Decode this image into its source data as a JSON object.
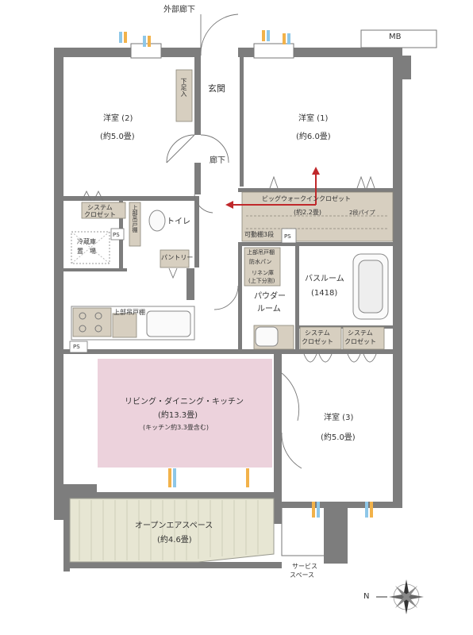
{
  "colors": {
    "wall": "#7d7d7d",
    "storage": "#d7cfc0",
    "ldk": "#ecd2dc",
    "balcony": "#e7e6d3",
    "accent": "#c0282b",
    "window_warm": "#f2b24a",
    "window_cool": "#8ec7e8"
  },
  "labels": {
    "outside_corridor": "外部廊下",
    "mb": "MB",
    "entrance": "玄関",
    "shoe_storage": "下足入",
    "corridor": "廊下",
    "western_room_2": "洋室 (2)",
    "western_room_2_size": "(約5.0畳)",
    "western_room_1": "洋室 (1)",
    "western_room_1_size": "(約6.0畳)",
    "western_room_3": "洋室 (3)",
    "western_room_3_size": "(約5.0畳)",
    "system_closet": "システム",
    "system_closet_2": "クロゼット",
    "toilet": "トイレ",
    "upper_cabinet_1": "上部吊戸棚",
    "ps": "PS",
    "fridge_1": "冷蔵庫",
    "fridge_2": "置　場",
    "pantry": "パントリー",
    "walk_in_closet": "ビッグウォークインクロゼット",
    "walk_in_closet_size": "(約2.2畳)",
    "two_pipes": "2段パイプ",
    "movable_shelf": "可動棚3段",
    "upper_cabinet_2": "上部吊戸棚",
    "waterproof_pan": "防水パン",
    "linen_1": "リネン庫",
    "linen_2": "(上下分割)",
    "bathroom": "バスルーム",
    "bathroom_size": "(1418)",
    "powder_room_1": "パウダー",
    "powder_room_2": "ルーム",
    "kitchen_upper_cabinet": "上部吊戸棚",
    "ldk": "リビング・ダイニング・キッチン",
    "ldk_size": "(約13.3畳)",
    "ldk_note": "(キッチン約3.3畳含む)",
    "open_air_space": "オープンエアスペース",
    "open_air_space_size": "(約4.6畳)",
    "service_space_1": "サービス",
    "service_space_2": "スペース",
    "compass_n": "N"
  }
}
